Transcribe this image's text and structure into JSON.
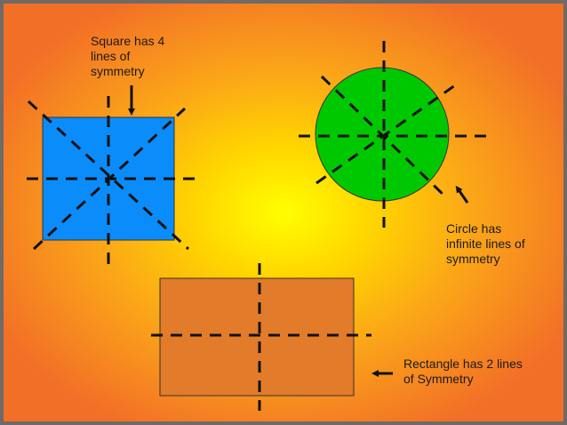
{
  "labels": {
    "square": "Square has 4\nlines of\nsymmetry",
    "circle": "Circle has\ninfinite lines of\nsymmetry",
    "rectangle": "Rectangle  has 2 lines\nof Symmetry"
  },
  "colors": {
    "square_fill": "#0a8cfa",
    "circle_fill": "#00c800",
    "rectangle_fill": "#e27b2a",
    "symmetry_line": "#111111"
  }
}
